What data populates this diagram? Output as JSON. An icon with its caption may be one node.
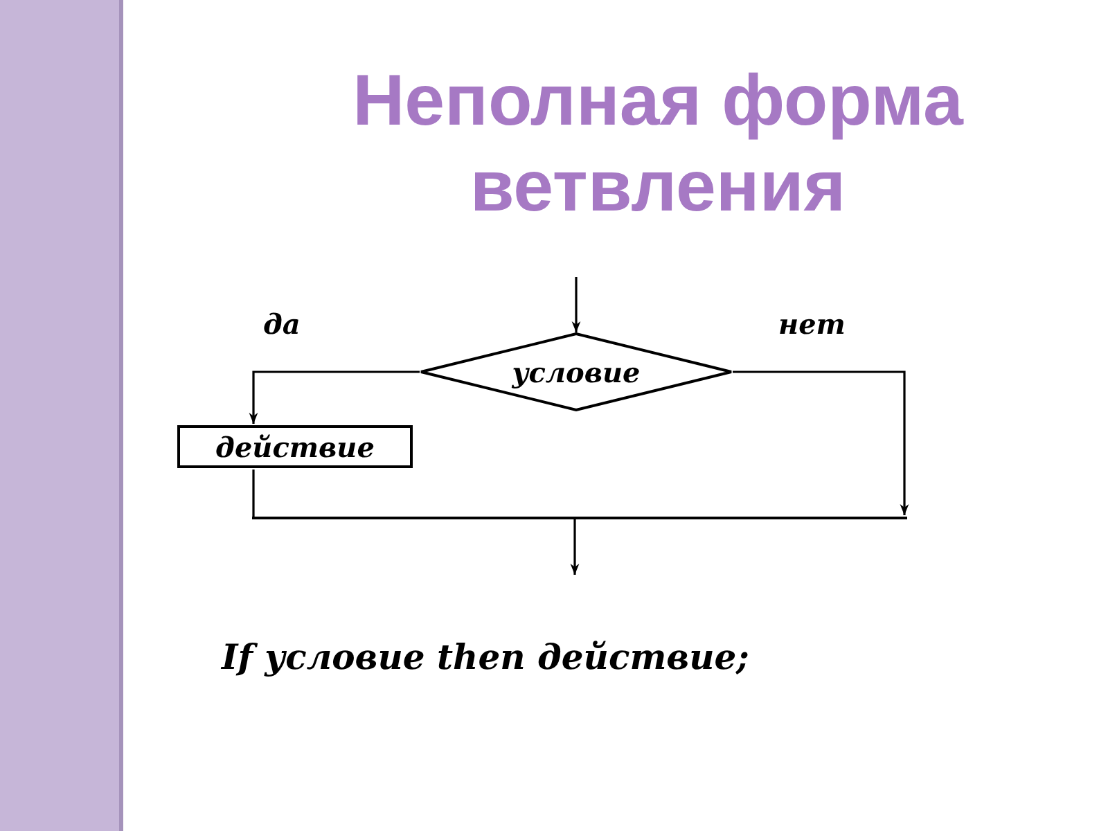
{
  "diagram": {
    "title": "Неполная форма ветвления",
    "nodes": [
      {
        "text": [
          "условие"
        ]
      },
      {
        "text": [
          "действие"
        ]
      },
      {
        "text": [],
        "shape": "bar"
      }
    ],
    "edges": [
      {
        "from": null,
        "to": 0,
        "arrow": "to"
      },
      {
        "from": 0,
        "to": 1,
        "arrow": "to",
        "label": "да"
      },
      {
        "from": 0,
        "to": 2,
        "arrow": "to",
        "label": "нет"
      },
      {
        "from": 1,
        "to": 2,
        "arrow": "none"
      },
      {
        "from": 2,
        "to": null,
        "arrow": "to"
      }
    ],
    "labels": [
      "If условие then действие;"
    ]
  }
}
